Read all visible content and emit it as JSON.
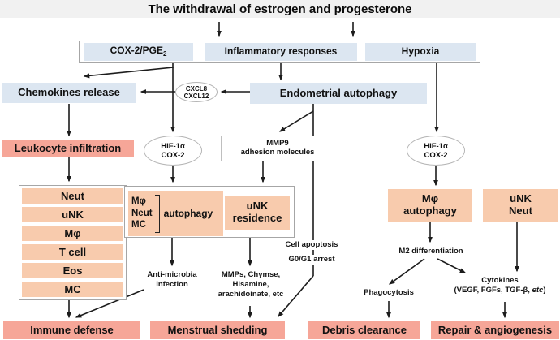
{
  "title": "The withdrawal of estrogen and progesterone",
  "colors": {
    "light_blue": "#dce6f1",
    "peach": "#f8cbad",
    "salmon": "#f6a698"
  },
  "top_row": {
    "cox2_main": "COX-2/PGE",
    "cox2_sub": "2",
    "inflammatory": "Inflammatory responses",
    "hypoxia": "Hypoxia"
  },
  "nodes": {
    "chemokines_release": "Chemokines release",
    "cxcl": {
      "line1": "CXCL8",
      "line2": "CXCL12"
    },
    "endometrial_autophagy": "Endometrial autophagy",
    "leukocyte_infiltration": "Leukocyte infiltration",
    "hif_left": {
      "line1": "HIF-1α",
      "line2": "COX-2"
    },
    "hif_right": {
      "line1": "HIF-1α",
      "line2": "COX-2"
    },
    "mmp9": {
      "line1": "MMP9",
      "line2": "adhesion molecules"
    },
    "immune_cells": [
      "Neut",
      "uNK",
      "Mφ",
      "T cell",
      "Eos",
      "MC"
    ],
    "autophagy_group": {
      "cell1": "Mφ",
      "cell2": "Neut",
      "cell3": "MC",
      "label": "autophagy"
    },
    "unk_residence": {
      "line1": "uNK",
      "line2": "residence"
    },
    "mphi_autophagy": {
      "line1": "Mφ",
      "line2": "autophagy"
    },
    "unk_neut": {
      "line1": "uNK",
      "line2": "Neut"
    }
  },
  "labels": {
    "anti_microbia": {
      "line1": "Anti-microbia",
      "line2": "infection"
    },
    "mediators": {
      "line1": "MMPs, Chymse,",
      "line2": "Hisamine,",
      "line3": "arachidoinate, etc"
    },
    "cell_apoptosis": "Cell apoptosis",
    "g0g1_arrest": "G0/G1 arrest",
    "m2_differentiation": "M2 differentiation",
    "phagocytosis": "Phagocytosis",
    "cytokines": {
      "title": "Cytokines",
      "pre": "(VEGF, FGFs, TGF-β, ",
      "etc": "etc",
      "post": ")"
    }
  },
  "outcomes": {
    "immune_defense": "Immune defense",
    "menstrual_shedding": "Menstrual shedding",
    "debris_clearance": "Debris clearance",
    "repair_angiogenesis": "Repair & angiogenesis"
  }
}
